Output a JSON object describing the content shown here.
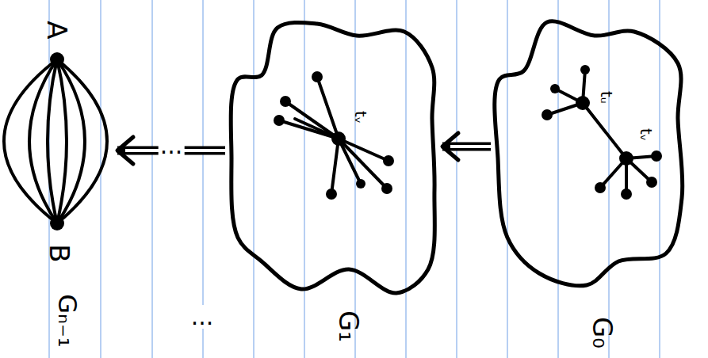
{
  "diagram": {
    "nodes": [
      {
        "text": [
          "Gₙ₋₁",
          "A",
          "B"
        ]
      },
      {
        "text": [
          "G₁",
          "tᵥ"
        ]
      },
      {
        "text": [
          "G₀",
          "tᵤ",
          "tᵥ"
        ]
      }
    ],
    "edges": [
      {
        "from": 2,
        "to": 1,
        "arrow": "to"
      },
      {
        "from": 1,
        "to": 0,
        "arrow": "to",
        "label": "..."
      }
    ],
    "labels": [
      "..."
    ]
  }
}
